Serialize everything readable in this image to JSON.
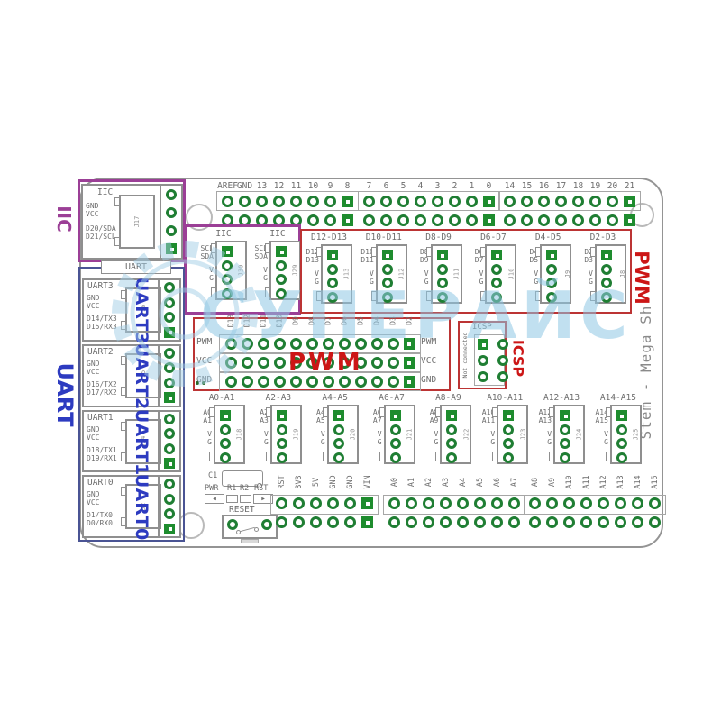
{
  "watermark": {
    "text": "СУПЕРАЙС"
  },
  "labels": {
    "iic_side": "IIC",
    "uart_side": "UART",
    "pwm_side": "PWM",
    "icsp_side": "ICSP",
    "board_side": "Stem - Mega Sh",
    "uart_header": "UART",
    "iic_group": "IIC"
  },
  "top_headers": {
    "group1": [
      "AREF",
      "GND",
      "13",
      "12",
      "11",
      "10",
      "9",
      "8"
    ],
    "group2": [
      "7",
      "6",
      "5",
      "4",
      "3",
      "2",
      "1",
      "0"
    ],
    "group3": [
      "14",
      "15",
      "16",
      "17",
      "18",
      "19",
      "20",
      "21"
    ]
  },
  "iic_block": {
    "title": "IIC",
    "pins": [
      "GND",
      "VCC",
      "D20/SDA",
      "D21/SCL"
    ],
    "ref": "J17"
  },
  "iic_headers": [
    {
      "title": "IIC",
      "pins": [
        "SCL",
        "SDA",
        "V",
        "G"
      ],
      "ref": "J30"
    },
    {
      "title": "IIC",
      "pins": [
        "SCL",
        "SDA",
        "V",
        "G"
      ],
      "ref": "J29"
    }
  ],
  "uart_ports": [
    {
      "title": "UART3",
      "overlay": "UART3",
      "pins": [
        "GND",
        "VCC",
        "D14/TX3",
        "D15/RX3"
      ],
      "ref": "J16"
    },
    {
      "title": "UART2",
      "overlay": "UART2",
      "pins": [
        "GND",
        "VCC",
        "D16/TX2",
        "D17/RX2"
      ],
      "ref": "J15"
    },
    {
      "title": "UART1",
      "overlay": "UART1",
      "pins": [
        "GND",
        "VCC",
        "D18/TX1",
        "D19/RX1"
      ],
      "ref": "J14"
    },
    {
      "title": "UART0",
      "overlay": "UART0",
      "pins": [
        "GND",
        "VCC",
        "D1/TX0",
        "D0/RX0"
      ],
      "ref": "J2"
    }
  ],
  "pwm_connectors": [
    {
      "title": "D12-D13",
      "pins": [
        "D12",
        "D13",
        "V",
        "G"
      ],
      "ref": "J13"
    },
    {
      "title": "D10-D11",
      "pins": [
        "D10",
        "D11",
        "V",
        "G"
      ],
      "ref": "J12"
    },
    {
      "title": "D8-D9",
      "pins": [
        "D8",
        "D9",
        "V",
        "G"
      ],
      "ref": "J11"
    },
    {
      "title": "D6-D7",
      "pins": [
        "D6",
        "D7",
        "V",
        "G"
      ],
      "ref": "J10"
    },
    {
      "title": "D4-D5",
      "pins": [
        "D4",
        "D5",
        "V",
        "G"
      ],
      "ref": "J9"
    },
    {
      "title": "D2-D3",
      "pins": [
        "D2",
        "D3",
        "V",
        "G"
      ],
      "ref": "J8"
    }
  ],
  "pwm_block": {
    "row_labels": [
      "PWM",
      "VCC",
      "GND"
    ],
    "col_labels": [
      "D13",
      "D12",
      "D11",
      "D10",
      "D9",
      "D8",
      "D7",
      "D6",
      "D5",
      "D4",
      "D3",
      "D2"
    ],
    "center_label": "PWM"
  },
  "icsp": {
    "title": "ICSP",
    "note": "Not connected"
  },
  "analog_connectors": [
    {
      "title": "A0-A1",
      "pins": [
        "A0",
        "A1",
        "V",
        "G"
      ],
      "ref": "J18"
    },
    {
      "title": "A2-A3",
      "pins": [
        "A2",
        "A3",
        "V",
        "G"
      ],
      "ref": "J19"
    },
    {
      "title": "A4-A5",
      "pins": [
        "A4",
        "A5",
        "V",
        "G"
      ],
      "ref": "J20"
    },
    {
      "title": "A6-A7",
      "pins": [
        "A6",
        "A7",
        "V",
        "G"
      ],
      "ref": "J21"
    },
    {
      "title": "A8-A9",
      "pins": [
        "A8",
        "A9",
        "V",
        "G"
      ],
      "ref": "J22"
    },
    {
      "title": "A10-A11",
      "pins": [
        "A10",
        "A11",
        "V",
        "G"
      ],
      "ref": "J23"
    },
    {
      "title": "A12-A13",
      "pins": [
        "A12",
        "A13",
        "V",
        "G"
      ],
      "ref": "J24"
    },
    {
      "title": "A14-A15",
      "pins": [
        "A14",
        "A15",
        "V",
        "G"
      ],
      "ref": "J25"
    }
  ],
  "bottom": {
    "c1": "C1",
    "pwr": "PWR",
    "r1": "R1",
    "r2": "R2",
    "rst": "RST",
    "reset": "RESET",
    "power_header": [
      "RST",
      "3V3",
      "5V",
      "GND",
      "GND",
      "VIN"
    ],
    "analog_header_a": [
      "A0",
      "A1",
      "A2",
      "A3",
      "A4",
      "A5",
      "A6",
      "A7"
    ],
    "analog_header_b": [
      "A8",
      "A9",
      "A10",
      "A11",
      "A12",
      "A13",
      "A14",
      "A15"
    ]
  },
  "colors": {
    "pad_green": "#1e8c2e",
    "region_red": "#bc3434",
    "region_purple": "#9b3f96",
    "region_blue": "#4a5494",
    "overlay_blue": "#2d3bc0",
    "watermark_blue": "#a2cee6",
    "text_gray": "#6e6e6e"
  }
}
